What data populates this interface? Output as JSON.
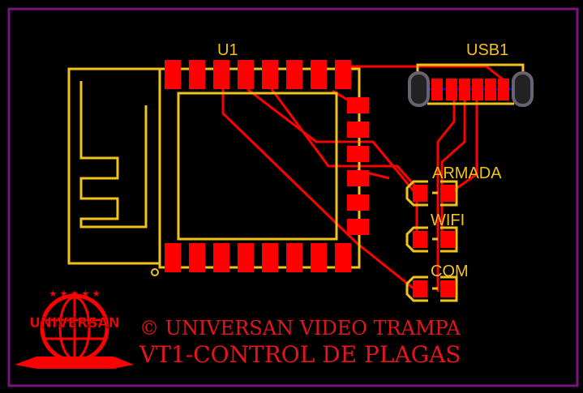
{
  "board": {
    "border_color": "#7a1580",
    "copper_color": "#ff0000",
    "silk_color": "#f2c21b"
  },
  "components": {
    "module": {
      "designator": "U1"
    },
    "usb": {
      "designator": "USB1"
    },
    "leds": [
      {
        "label": "ARMADA"
      },
      {
        "label": "WIFI"
      },
      {
        "label": "COM"
      }
    ]
  },
  "logo": {
    "text": "UNIVERSAN"
  },
  "title_block": {
    "line1": "© UNIVERSAN VIDEO TRAMPA",
    "line2": "VT1-CONTROL DE PLAGAS"
  }
}
